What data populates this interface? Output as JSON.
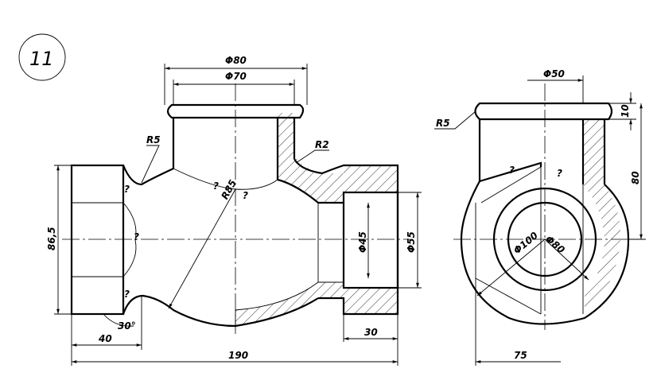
{
  "problem_number": "11",
  "front_view": {
    "dims": {
      "d80": "Φ80",
      "d70": "Φ70",
      "r5": "R5",
      "r2": "R2",
      "r85": "R85",
      "d45": "Φ45",
      "d55": "Φ55",
      "h86_5": "86,5",
      "w40": "40",
      "w30": "30",
      "w190": "190",
      "angle30": "30°"
    },
    "unknowns": [
      "?",
      "?",
      "?",
      "?",
      "?"
    ]
  },
  "side_view": {
    "dims": {
      "d50": "Φ50",
      "r5": "R5",
      "h10": "10",
      "h80": "80",
      "d100": "Φ100",
      "d80": "Φ80",
      "w75": "75"
    },
    "unknowns": [
      "?",
      "?"
    ]
  }
}
